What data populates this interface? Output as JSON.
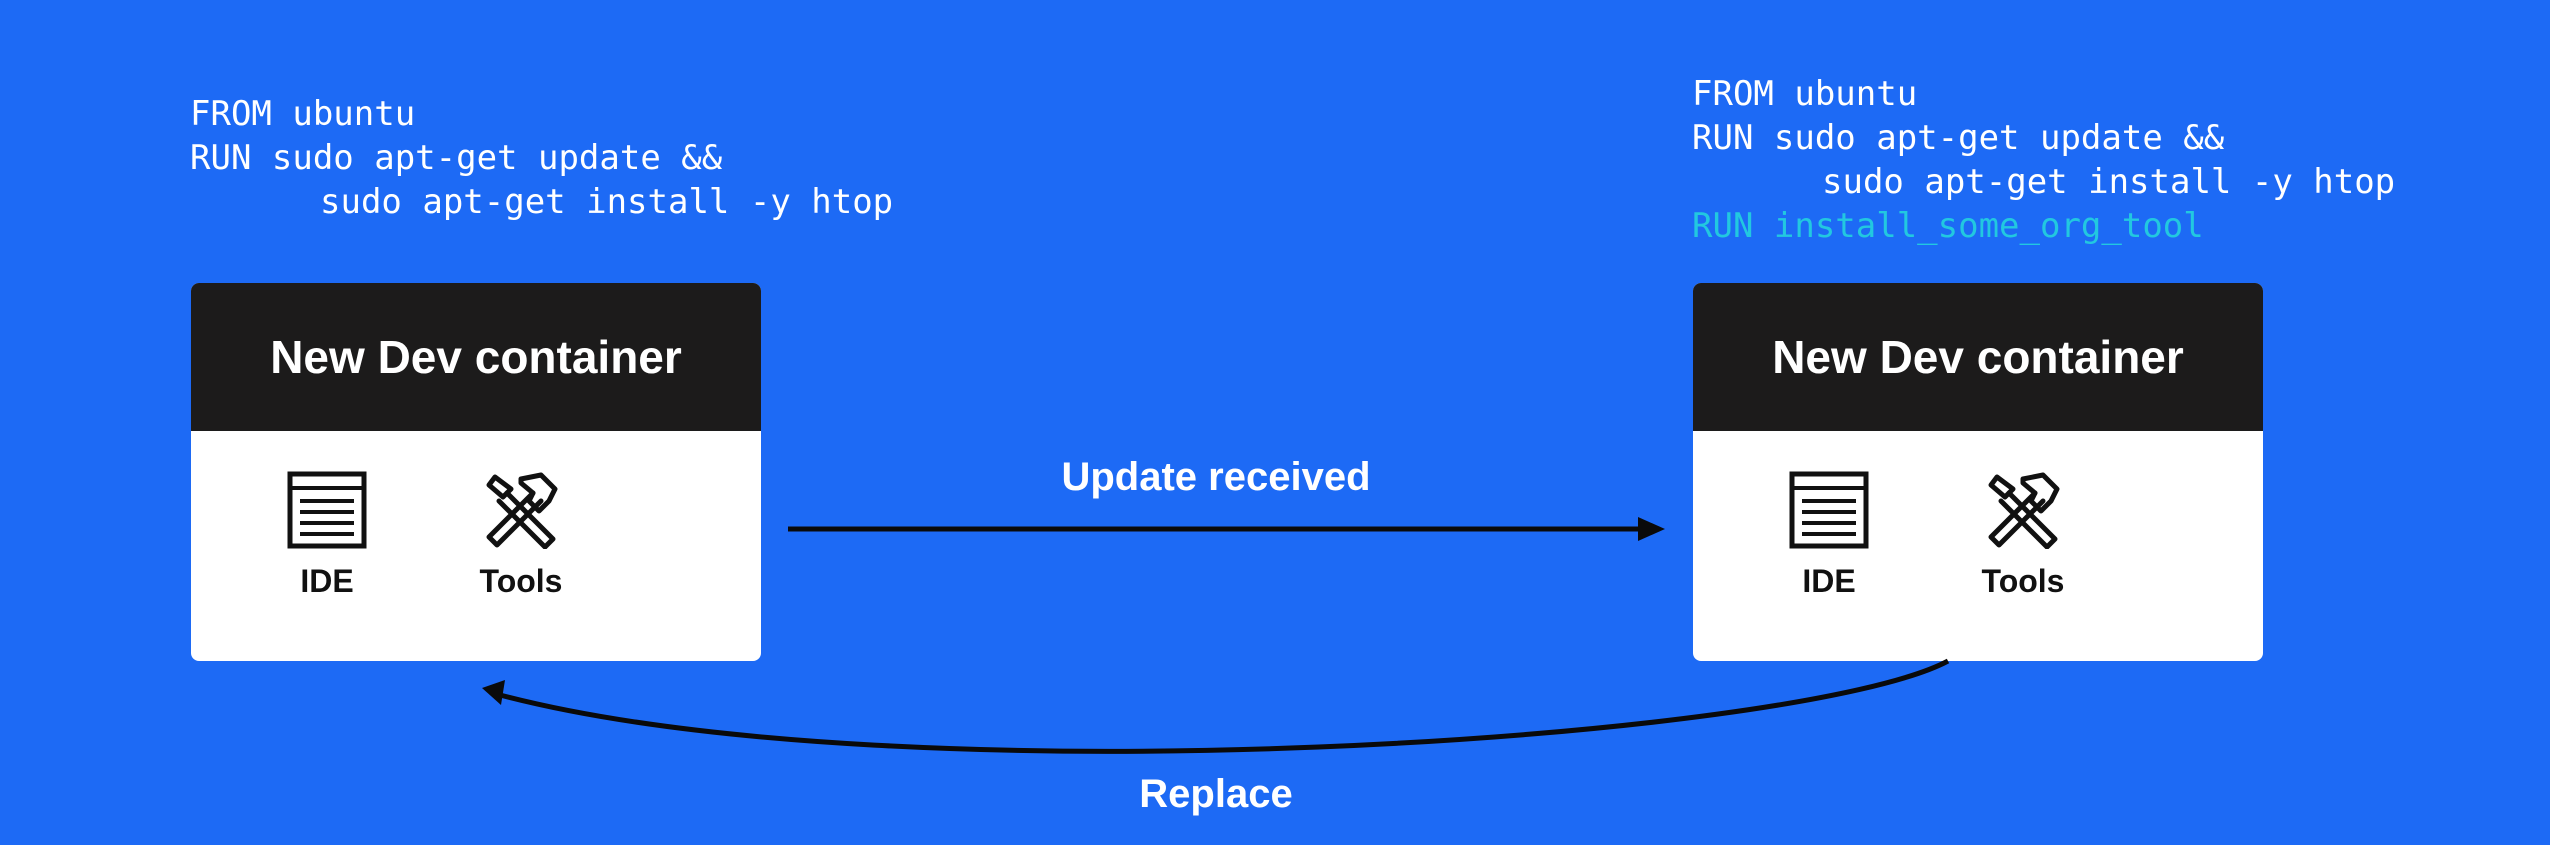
{
  "colors": {
    "background": "#1d6af5",
    "card_header": "#1c1b1b",
    "card_body": "#ffffff",
    "code_text": "#ffffff",
    "added_line": "#22c8e0",
    "arrow": "#0a0a0a"
  },
  "left": {
    "code": {
      "line1": "FROM ubuntu",
      "line2": "RUN sudo apt-get update &&",
      "line3": "sudo apt-get install -y htop"
    },
    "card": {
      "title": "New Dev container",
      "items": [
        {
          "icon": "ide-window-icon",
          "label": "IDE"
        },
        {
          "icon": "tools-icon",
          "label": "Tools"
        }
      ]
    }
  },
  "right": {
    "code": {
      "line1": "FROM ubuntu",
      "line2": "RUN sudo apt-get update &&",
      "line3": "sudo apt-get install -y htop",
      "line4": "RUN install_some_org_tool"
    },
    "card": {
      "title": "New Dev container",
      "items": [
        {
          "icon": "ide-window-icon",
          "label": "IDE"
        },
        {
          "icon": "tools-icon",
          "label": "Tools"
        }
      ]
    }
  },
  "arrows": {
    "update_label": "Update received",
    "replace_label": "Replace"
  }
}
